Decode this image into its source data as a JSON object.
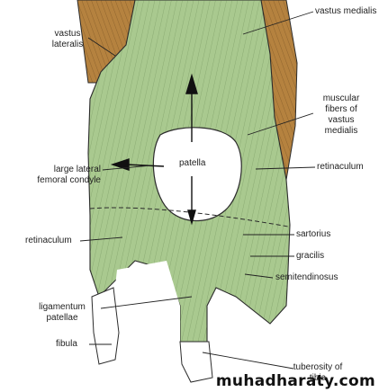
{
  "labels": {
    "vastus_medialis": "vastus medialis",
    "vastus_lateralis_1": "vastus",
    "vastus_lateralis_2": "lateralis",
    "muscular_1": "muscular",
    "muscular_2": "fibers of",
    "muscular_3": "vastus",
    "muscular_4": "medialis",
    "patella": "patella",
    "retinaculum_right": "retinaculum",
    "condyle_1": "large lateral",
    "condyle_2": "femoral condyle",
    "retinaculum_left": "retinaculum",
    "sartorius": "sartorius",
    "gracilis": "gracilis",
    "semitendinosus": "semitendinosus",
    "ligamentum_1": "ligamentum",
    "ligamentum_2": "patellae",
    "fibula": "fibula",
    "tuberosity_1": "tuberosity of",
    "tuberosity_2": "tibia"
  },
  "watermark": "muhadharaty.com",
  "colors": {
    "green": "#a9c98f",
    "brown": "#b5823f",
    "outline": "#2b2b2b"
  }
}
